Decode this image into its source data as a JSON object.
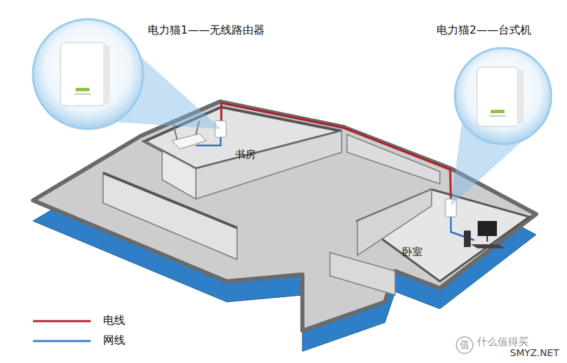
{
  "diagram": {
    "nodes": [
      {
        "text": [
          "电力猫1——无线路由器"
        ]
      },
      {
        "text": [
          "电力猫2——台式机"
        ]
      },
      {
        "text": [
          "书房"
        ]
      },
      {
        "text": [
          "卧室"
        ]
      }
    ],
    "labels": [
      "值",
      "什么值得买",
      "SMYZ.NET"
    ],
    "legend": [
      {
        "text": "电线"
      },
      {
        "text": "网线"
      }
    ]
  }
}
